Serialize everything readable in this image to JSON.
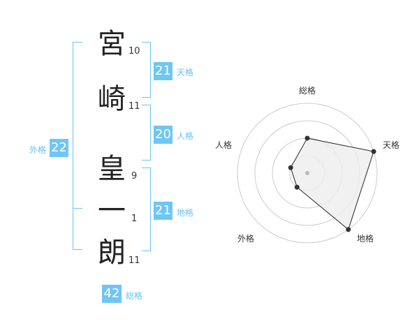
{
  "name": {
    "characters": [
      {
        "char": "宮",
        "strokes": "10"
      },
      {
        "char": "崎",
        "strokes": "11"
      },
      {
        "char": "皇",
        "strokes": "9"
      },
      {
        "char": "一",
        "strokes": "1"
      },
      {
        "char": "朗",
        "strokes": "11"
      }
    ]
  },
  "kakusu": {
    "tenkaku": {
      "value": "21",
      "label": "天格"
    },
    "jinkaku": {
      "value": "20",
      "label": "人格"
    },
    "chikaku": {
      "value": "21",
      "label": "地格"
    },
    "gaikaku": {
      "value": "22",
      "label": "外格"
    },
    "soukaku": {
      "value": "42",
      "label": "総格"
    }
  },
  "radar": {
    "labels": {
      "top": "総格",
      "right": "天格",
      "bottom_right": "地格",
      "bottom_left": "外格",
      "left": "人格"
    },
    "levels": 4,
    "values": {
      "総格": 2,
      "天格": 4,
      "地格": 4,
      "外格": 1,
      "人格": 1
    },
    "fill": "#eeeeee",
    "stroke": "#222222"
  },
  "colors": {
    "accent": "#6ec6f5",
    "bracket": "#67c3f3"
  }
}
